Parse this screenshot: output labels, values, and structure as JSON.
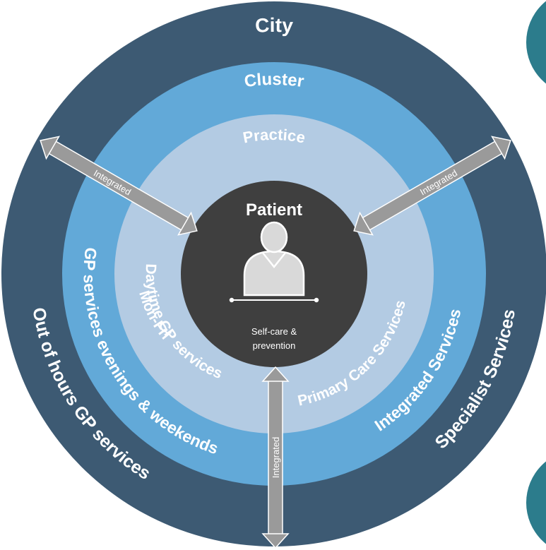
{
  "rings": {
    "city": {
      "title": "City",
      "left": "Out of hours GP services",
      "right": "Specialist Services"
    },
    "cluster": {
      "title": "Cluster",
      "left": "GP services evenings & weekends",
      "right": "Integrated Services"
    },
    "practice": {
      "title": "Practice",
      "left_line1": "Daytime GP services",
      "left_line2": "Mon-Fri",
      "right": "Primary Care Services"
    }
  },
  "center": {
    "title": "Patient",
    "line1": "Self-care &",
    "line2": "prevention",
    "icon": "person-icon"
  },
  "arrows": {
    "left": "Integrated",
    "right": "Integrated",
    "bottom": "Integrated"
  },
  "colors": {
    "city": "#3d5a73",
    "cluster": "#62a9d8",
    "practice": "#b3cbe3",
    "center": "#3f3f3f",
    "arrow": "#9a9a9a",
    "teal": "#2c7c8c"
  }
}
